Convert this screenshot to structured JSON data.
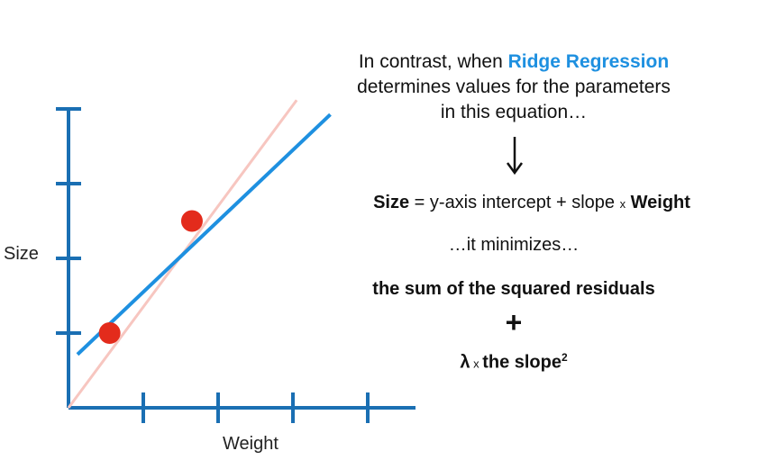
{
  "axes": {
    "ylabel": "Size",
    "xlabel": "Weight"
  },
  "points": [
    {
      "weight": 0.55,
      "size": 1.0
    },
    {
      "weight": 1.65,
      "size": 2.5
    }
  ],
  "lines": {
    "least_squares": {
      "intercept": 0.0,
      "slope": 1.35,
      "color": "#f7c6c0"
    },
    "ridge": {
      "intercept": 0.6,
      "slope": 0.95,
      "color": "#1e90e0"
    }
  },
  "text": {
    "intro_part1": "In contrast, when ",
    "ridge_regression": "Ridge Regression",
    "intro_part2": "determines values for the parameters",
    "intro_part3": "in this equation…",
    "eq_size": "Size",
    "eq_middle": " = y-axis intercept + slope ",
    "eq_times": "x",
    "eq_weight": " Weight",
    "minimizes": "…it minimizes…",
    "ssr": "the sum of the squared residuals",
    "plus": "+",
    "lambda": "λ",
    "penalty_times": " x ",
    "penalty_text": "the slope",
    "penalty_sup": "2"
  },
  "colors": {
    "axis": "#1a6fb3",
    "point": "#e32b1c",
    "residual": "#1e90e0"
  }
}
